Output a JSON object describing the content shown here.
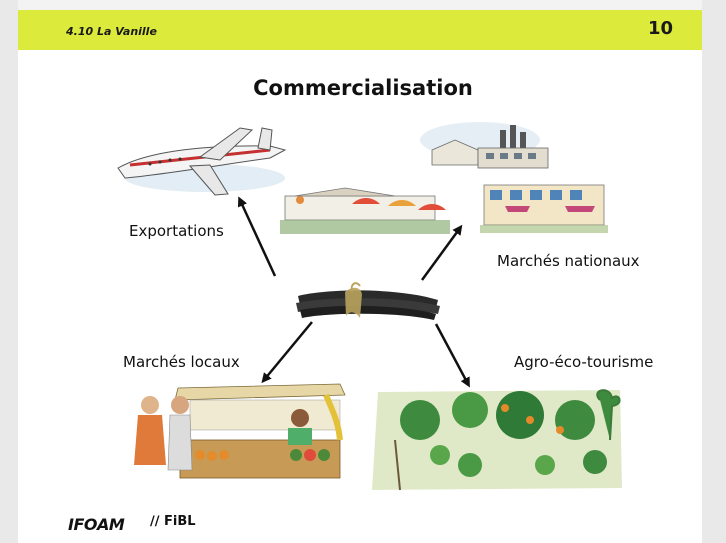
{
  "header": {
    "section_label": "4.10 La Vanille",
    "page_number": "10"
  },
  "title": "Commercialisation",
  "labels": {
    "exports": "Exportations",
    "national_markets": "Marchés nationaux",
    "local_markets": "Marchés locaux",
    "agro_eco_tourism": "Agro-éco-tourisme"
  },
  "logos": {
    "ifoam": "IFOAM",
    "fibl": "FiBL"
  },
  "colors": {
    "header_band": "#dcea3b",
    "side_border": "#e9e9e9"
  }
}
